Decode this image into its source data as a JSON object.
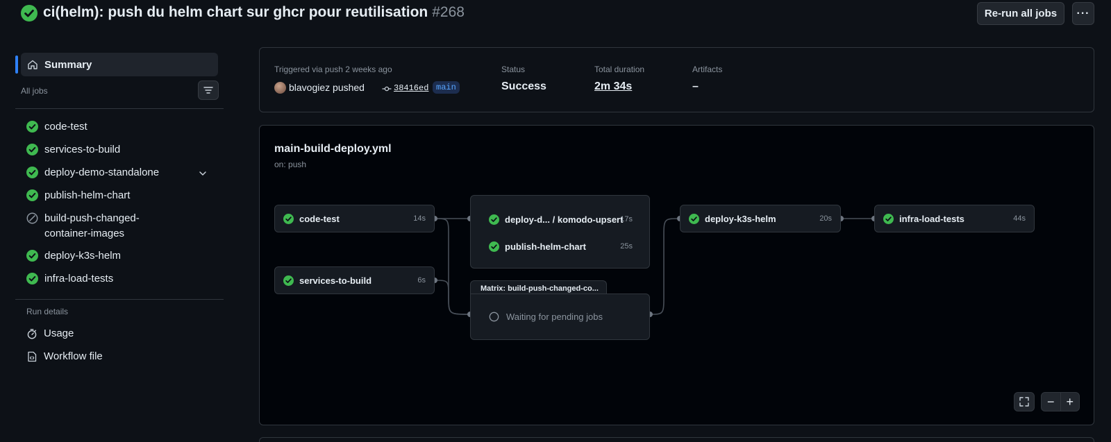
{
  "header": {
    "title": "ci(helm): push du helm chart sur ghcr pour reutilisation",
    "run_number": "#268",
    "rerun_label": "Re-run all jobs",
    "more_label": "···"
  },
  "sidebar": {
    "summary_label": "Summary",
    "all_jobs_label": "All jobs",
    "jobs": [
      {
        "label": "code-test",
        "status": "success"
      },
      {
        "label": "services-to-build",
        "status": "success"
      },
      {
        "label": "deploy-demo-standalone",
        "status": "success"
      },
      {
        "label": "publish-helm-chart",
        "status": "success"
      },
      {
        "label": "build-push-changed-container-images",
        "status": "skipped"
      },
      {
        "label": "deploy-k3s-helm",
        "status": "success"
      },
      {
        "label": "infra-load-tests",
        "status": "success"
      }
    ],
    "run_details_label": "Run details",
    "details": [
      {
        "label": "Usage"
      },
      {
        "label": "Workflow file"
      }
    ]
  },
  "summary": {
    "triggered_label": "Triggered via push 2 weeks ago",
    "actor_text": "blavogiez pushed",
    "commit": "38416ed",
    "branch": "main",
    "status_label": "Status",
    "status_value": "Success",
    "duration_label": "Total duration",
    "duration_value": "2m 34s",
    "artifacts_label": "Artifacts",
    "artifacts_value": "–"
  },
  "workflow": {
    "file": "main-build-deploy.yml",
    "trigger": "on: push",
    "nodes": {
      "code_test": {
        "label": "code-test",
        "duration": "14s"
      },
      "services_to_build": {
        "label": "services-to-build",
        "duration": "6s"
      },
      "deploy_komodo": {
        "label": "deploy-d...  / komodo-upsert",
        "duration": "17s"
      },
      "publish_helm": {
        "label": "publish-helm-chart",
        "duration": "25s"
      },
      "matrix_title": "Matrix: build-push-changed-co...",
      "matrix_waiting": "Waiting for pending jobs",
      "deploy_k3s": {
        "label": "deploy-k3s-helm",
        "duration": "20s"
      },
      "infra_load": {
        "label": "infra-load-tests",
        "duration": "44s"
      }
    },
    "controls": {
      "zoom_out": "−",
      "zoom_in": "+"
    }
  },
  "colors": {
    "success": "#3fb950",
    "accent": "#2f81f7",
    "muted": "#8b949e"
  }
}
